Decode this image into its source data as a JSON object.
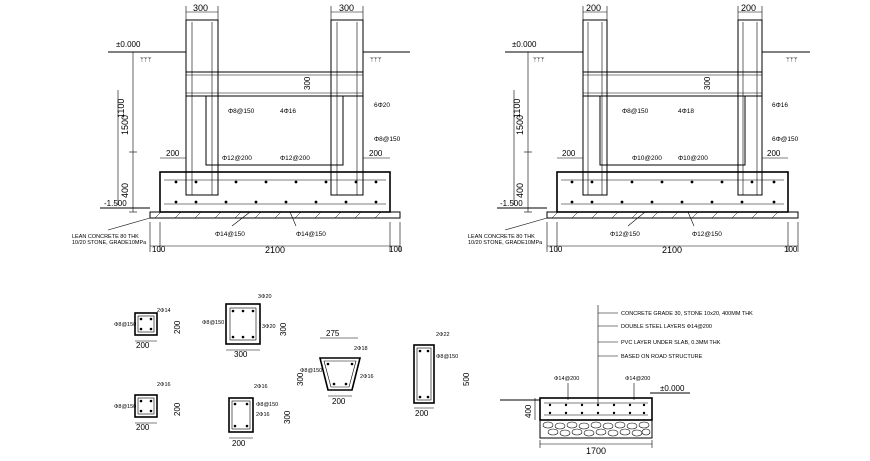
{
  "left_section": {
    "col_width_l": "300",
    "col_width_r": "300",
    "level_top": "±0.000",
    "level_bottom": "-1.500",
    "dim_1500": "1500",
    "dim_1100": "1100",
    "dim_400": "400",
    "beam_depth": "300",
    "stirrup": "Φ8@150",
    "beam_bar": "4Φ16",
    "col_bar": "6Φ20",
    "col_stirrup": "Φ8@150",
    "offset_l": "200",
    "offset_r": "200",
    "slab_top_bars_1": "Φ12@200",
    "slab_top_bars_2": "Φ12@200",
    "slab_bot_bars_1": "Φ14@150",
    "slab_bot_bars_2": "Φ14@150",
    "lean_note_1": "LEAN CONCRETE 80 THK",
    "lean_note_2": "10/20 STONE, GRADE10MPa",
    "span": "2100",
    "edge_l": "100",
    "edge_r": "100"
  },
  "right_section": {
    "col_width_l": "200",
    "col_width_r": "200",
    "level_top": "±0.000",
    "level_bottom": "-1.500",
    "dim_1500": "1500",
    "dim_1100": "1100",
    "dim_400": "400",
    "beam_depth": "300",
    "stirrup": "Φ8@150",
    "beam_bar": "4Φ18",
    "col_bar": "6Φ16",
    "col_stirrup": "6Φ@150",
    "offset_l": "200",
    "offset_r": "200",
    "slab_top_bars_1": "Φ10@200",
    "slab_top_bars_2": "Φ10@200",
    "slab_bot_bars_1": "Φ12@150",
    "slab_bot_bars_2": "Φ12@150",
    "lean_note_1": "LEAN CONCRETE 80 THK",
    "lean_note_2": "10/20 STONE, GRADE10MPa",
    "span": "2100",
    "edge_l": "100",
    "edge_r": "100"
  },
  "details": {
    "d1": {
      "bars": "2Φ14",
      "stirrup": "Φ8@150",
      "w": "200",
      "h": "200"
    },
    "d2": {
      "bars": "3Φ20",
      "stirrup": "Φ8@150",
      "side": "3Φ20",
      "w": "300",
      "h": "300"
    },
    "d3": {
      "bars": "2Φ16",
      "stirrup": "Φ8@150",
      "w": "200",
      "h": "200"
    },
    "d4": {
      "bars": "2Φ16",
      "stirrup": "Φ8@150",
      "side": "2Φ16",
      "w": "200",
      "h": "300"
    },
    "d5": {
      "top_w": "275",
      "bars_top": "2Φ18",
      "stirrup": "Φ8@150",
      "bars_bot": "2Φ16",
      "h": "300",
      "w": "200"
    },
    "d6": {
      "bars": "2Φ22",
      "stirrup": "Φ8@150",
      "w": "200",
      "h": "500"
    }
  },
  "slab": {
    "note_1": "CONCRETE GRADE 30, STONE 10x20, 400MM THK",
    "note_2": "DOUBLE STEEL LAYERS Φ14@200",
    "note_3": "PVC LAYER UNDER SLAB, 0.3MM THK",
    "note_4": "BASED ON ROAD STRUCTURE",
    "bar_l": "Φ14@200",
    "bar_r": "Φ14@200",
    "level": "±0.000",
    "thickness": "400",
    "width": "1700"
  }
}
